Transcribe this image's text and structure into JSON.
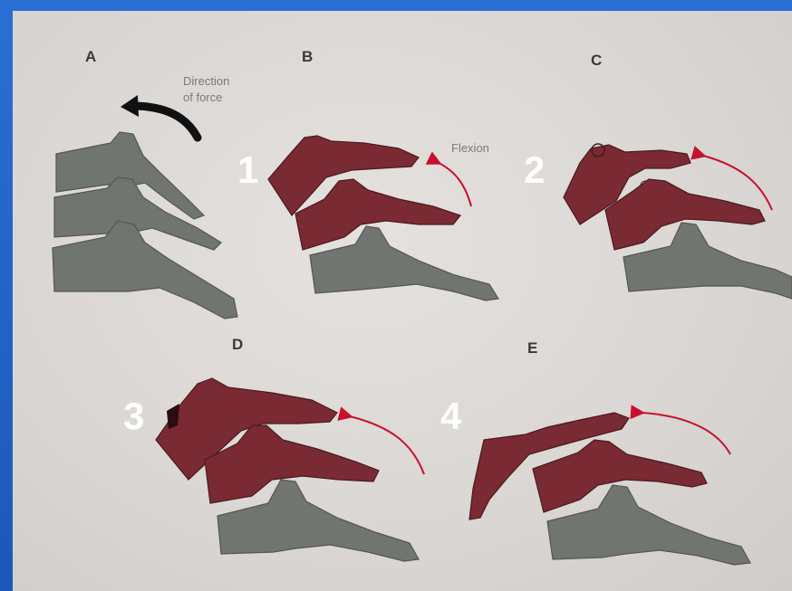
{
  "panels": {
    "a": {
      "letter": "A",
      "caption_line1": "Direction",
      "caption_line2": "of force"
    },
    "b": {
      "letter": "B",
      "number": "1",
      "caption": "Flexion"
    },
    "c": {
      "letter": "C",
      "number": "2"
    },
    "d": {
      "letter": "D",
      "number": "3"
    },
    "e": {
      "letter": "E",
      "number": "4"
    }
  },
  "colors": {
    "frame": "#1d5fc2",
    "paper": "#dcd9d6",
    "normal_vertebra": "#707570",
    "injured_vertebra": "#7a2a32",
    "arrow_red": "#c8102e",
    "arrow_black": "#111111"
  }
}
